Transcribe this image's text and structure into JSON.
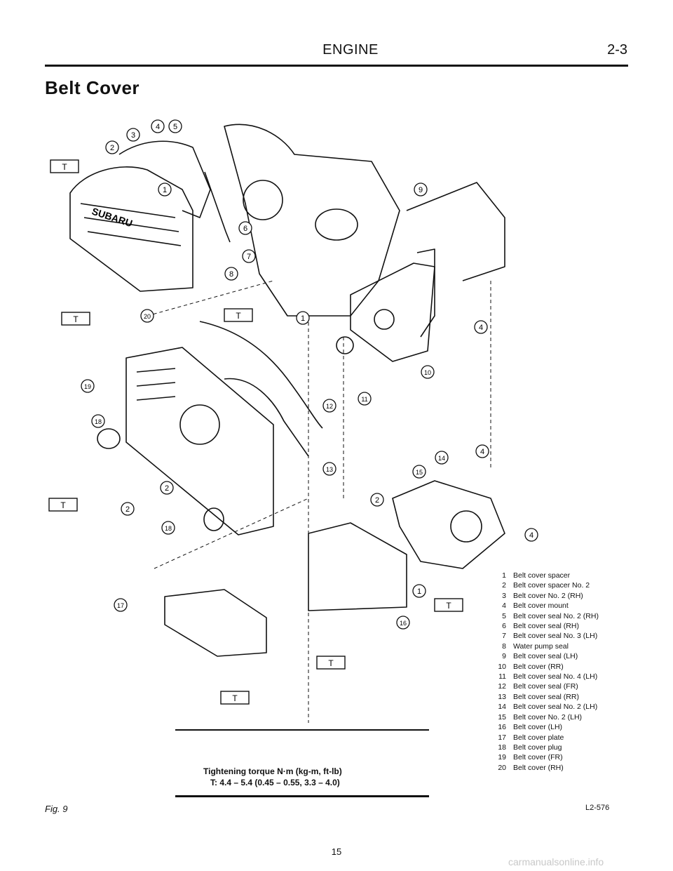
{
  "header": {
    "title": "ENGINE",
    "page_number": "2-3"
  },
  "section_title": "Belt Cover",
  "diagram": {
    "callouts": [
      "1",
      "2",
      "3",
      "4",
      "5",
      "6",
      "7",
      "8",
      "9",
      "10",
      "11",
      "12",
      "13",
      "14",
      "15",
      "16",
      "17",
      "18",
      "19",
      "20"
    ],
    "torque_tag": "T",
    "brand_text": "SUBARU"
  },
  "legend": [
    {
      "num": "1",
      "text": "Belt cover spacer"
    },
    {
      "num": "2",
      "text": "Belt cover spacer No. 2"
    },
    {
      "num": "3",
      "text": "Belt cover No. 2 (RH)"
    },
    {
      "num": "4",
      "text": "Belt cover mount"
    },
    {
      "num": "5",
      "text": "Belt cover seal No. 2 (RH)"
    },
    {
      "num": "6",
      "text": "Belt cover seal (RH)"
    },
    {
      "num": "7",
      "text": "Belt cover seal No. 3 (LH)"
    },
    {
      "num": "8",
      "text": "Water pump seal"
    },
    {
      "num": "9",
      "text": "Belt cover seal (LH)"
    },
    {
      "num": "10",
      "text": "Belt cover (RR)"
    },
    {
      "num": "11",
      "text": "Belt cover seal No. 4 (LH)"
    },
    {
      "num": "12",
      "text": "Belt cover seal (FR)"
    },
    {
      "num": "13",
      "text": "Belt cover seal (RR)"
    },
    {
      "num": "14",
      "text": "Belt cover seal No. 2 (LH)"
    },
    {
      "num": "15",
      "text": "Belt cover No. 2 (LH)"
    },
    {
      "num": "16",
      "text": "Belt cover (LH)"
    },
    {
      "num": "17",
      "text": "Belt cover plate"
    },
    {
      "num": "18",
      "text": "Belt cover plug"
    },
    {
      "num": "19",
      "text": "Belt cover (FR)"
    },
    {
      "num": "20",
      "text": "Belt cover (RH)"
    }
  ],
  "torque": {
    "title": "Tightening torque N·m (kg-m, ft-lb)",
    "value": "T:  4.4 – 5.4 (0.45 – 0.55, 3.3 – 4.0)"
  },
  "figure_caption": "Fig. 9",
  "reference_code": "L2-576",
  "footer_page": "15",
  "watermark": "carmanualsonline.info"
}
